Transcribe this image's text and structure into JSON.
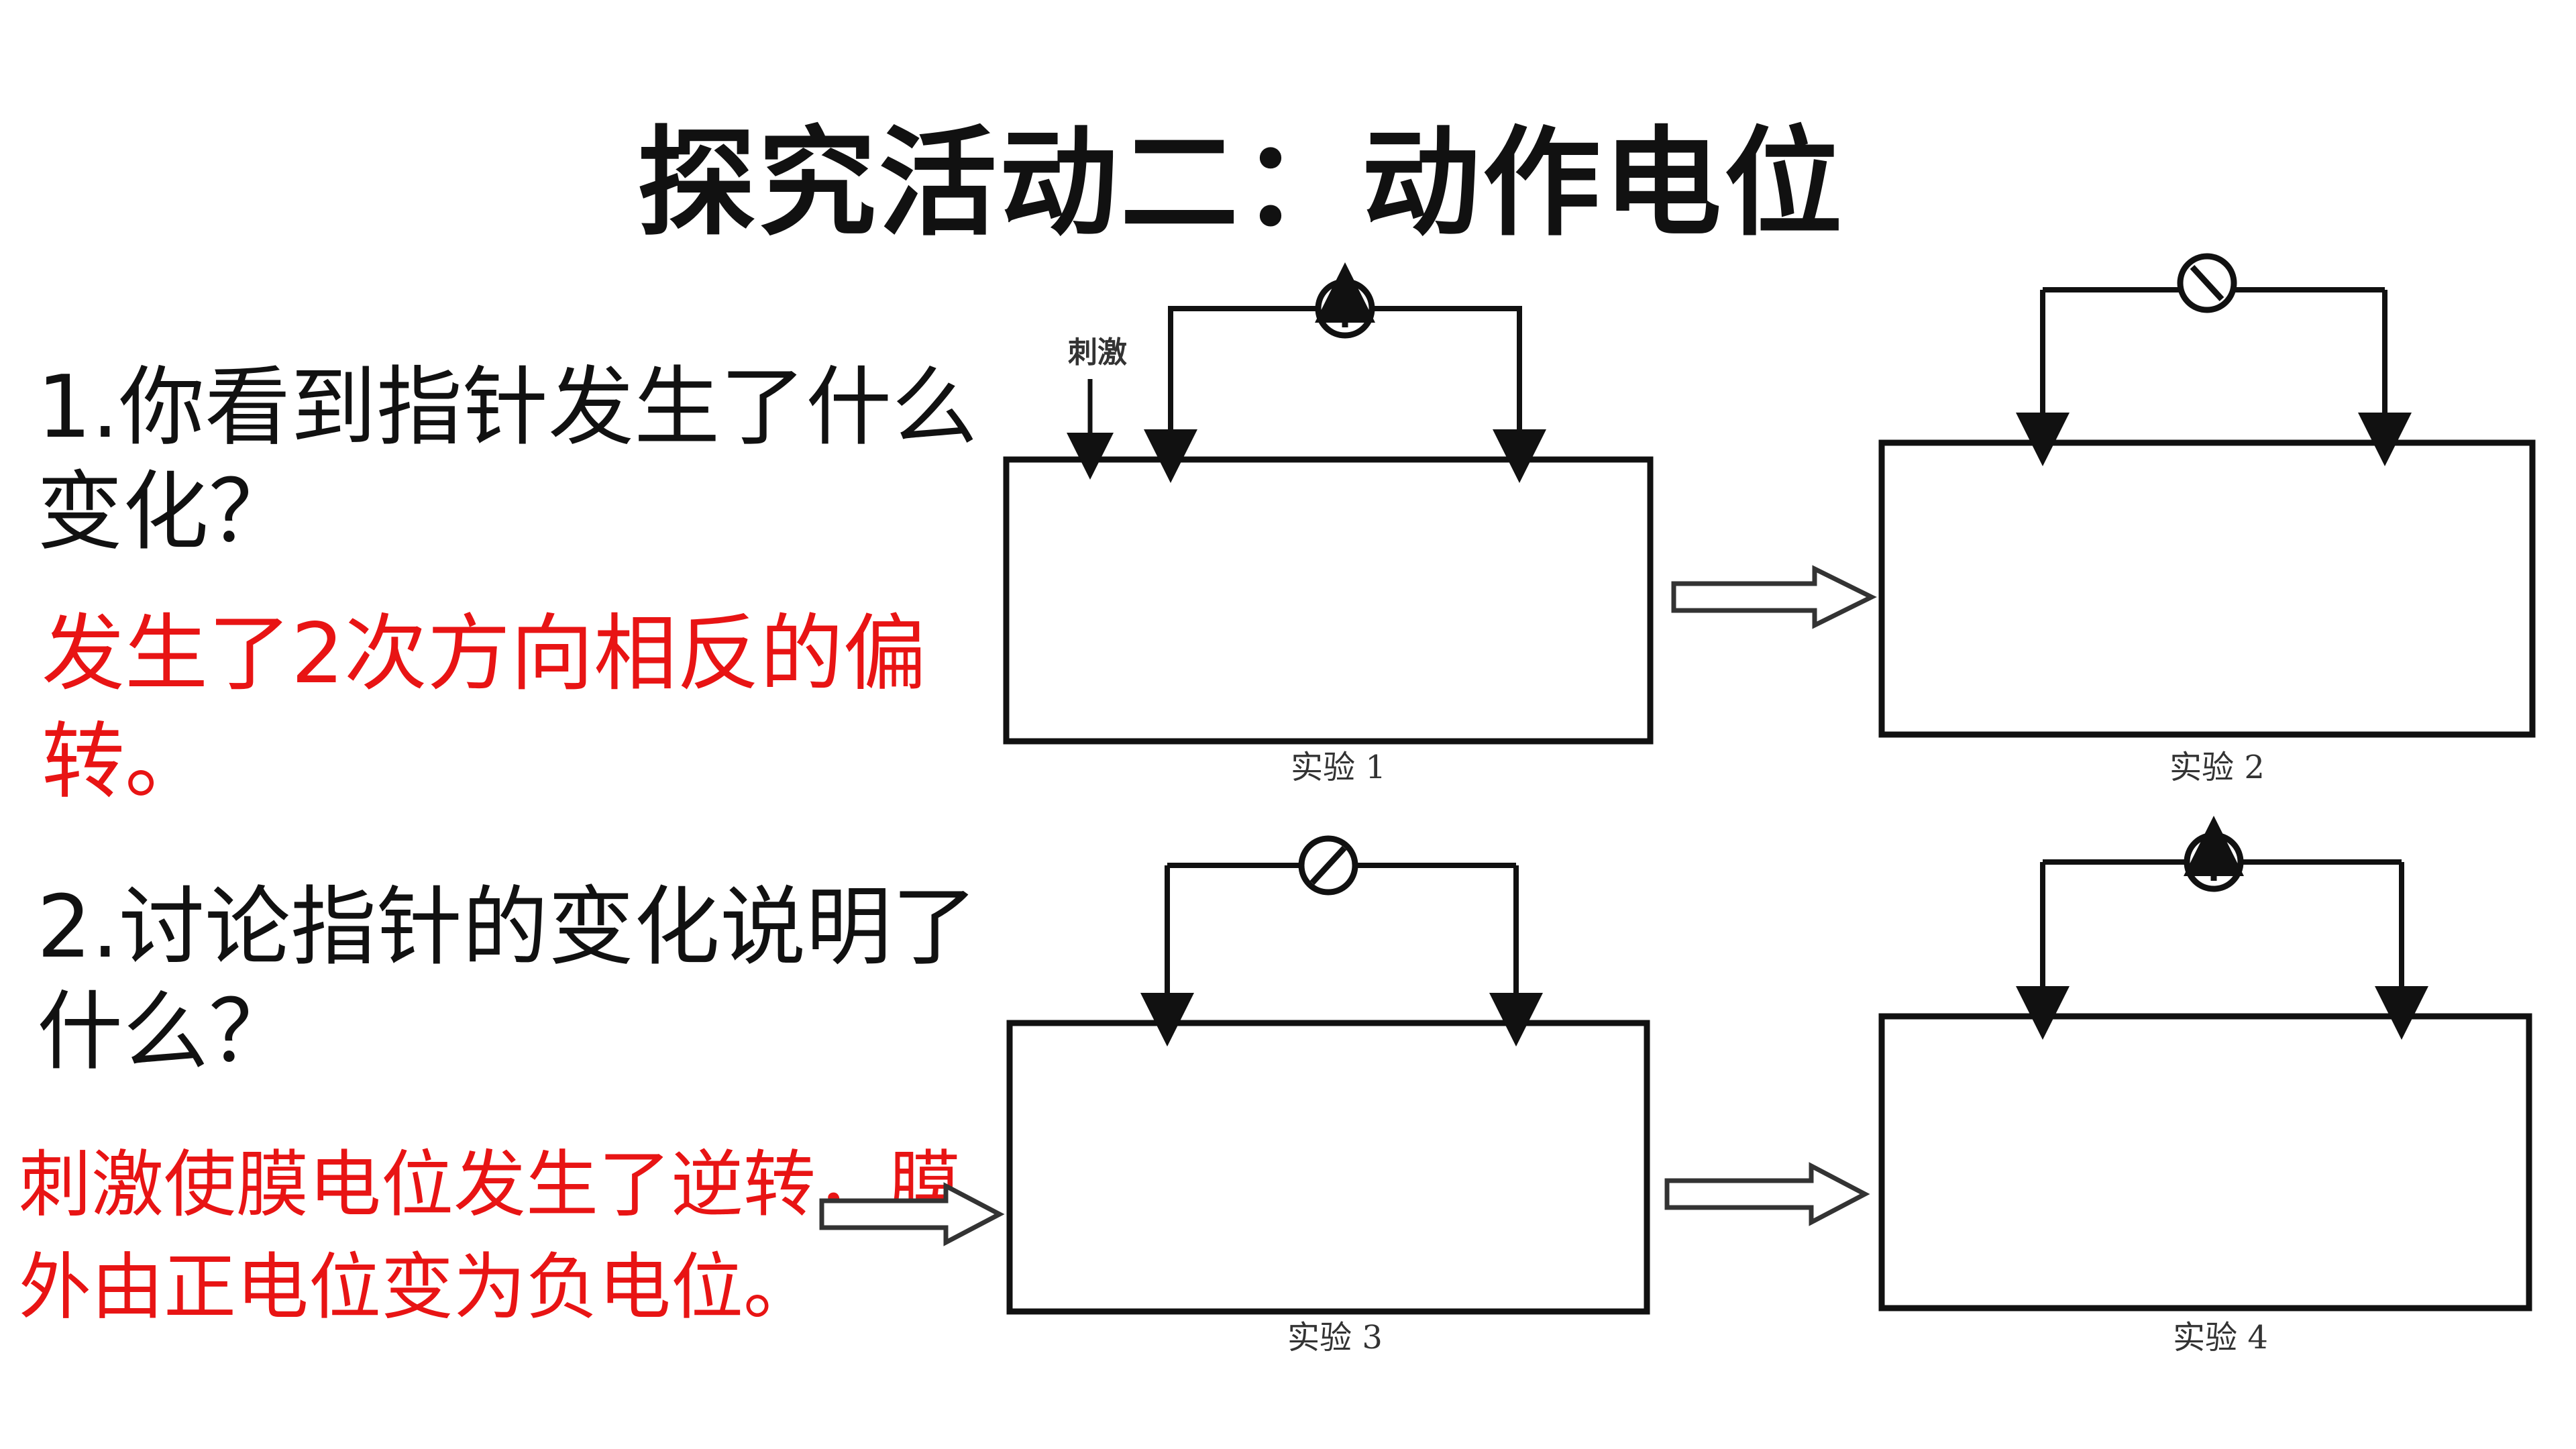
{
  "title": "探究活动二：动作电位",
  "questions": [
    {
      "text": "1.你看到指针发生了什么变化？",
      "answer": "发生了2次方向相反的偏转。"
    },
    {
      "text": "2.讨论指针的变化说明了什么？",
      "answer": "刺激使膜电位发生了逆转，膜外由正电位变为负电位。"
    }
  ],
  "diagram": {
    "stimulus_label": "刺激",
    "experiments": [
      {
        "caption": "实验 1",
        "needle": "up"
      },
      {
        "caption": "实验 2",
        "needle": "tilted-left"
      },
      {
        "caption": "实验 3",
        "needle": "tilted-right"
      },
      {
        "caption": "实验 4",
        "needle": "up"
      }
    ]
  }
}
